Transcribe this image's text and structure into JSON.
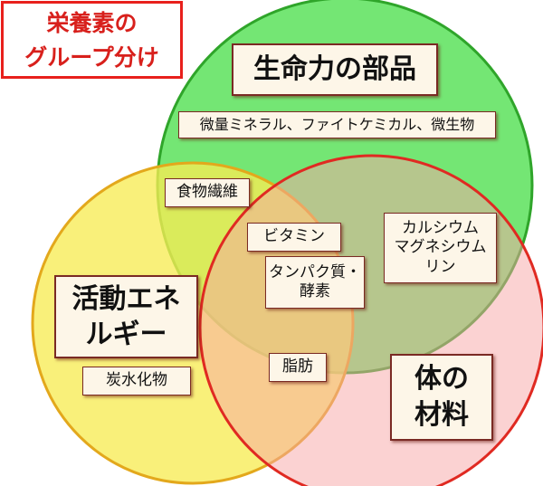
{
  "title": {
    "line1": "栄養素の",
    "line2": "グループ分け"
  },
  "colors": {
    "green_circle": "#55e055",
    "yellow_circle": "#f7ec55",
    "red_circle": "#f8a5a5",
    "title_red": "#e8201c",
    "box_border": "#7a2a24",
    "box_fill": "#fdf6e8"
  },
  "circles": {
    "green": {
      "label": "生命力の部品"
    },
    "yellow": {
      "label_line1": "活動エネ",
      "label_line2": "ルギー"
    },
    "red": {
      "label_line1": "体の",
      "label_line2": "材料"
    }
  },
  "items": {
    "micronutrients": "微量ミネラル、ファイトケミカル、微生物",
    "fiber": "食物繊維",
    "vitamin": "ビタミン",
    "protein_enzyme_line1": "タンパク質・",
    "protein_enzyme_line2": "酵素",
    "minerals_line1": "カルシウム",
    "minerals_line2": "マグネシウム",
    "minerals_line3": "リン",
    "carbohydrate": "炭水化物",
    "fat": "脂肪"
  }
}
